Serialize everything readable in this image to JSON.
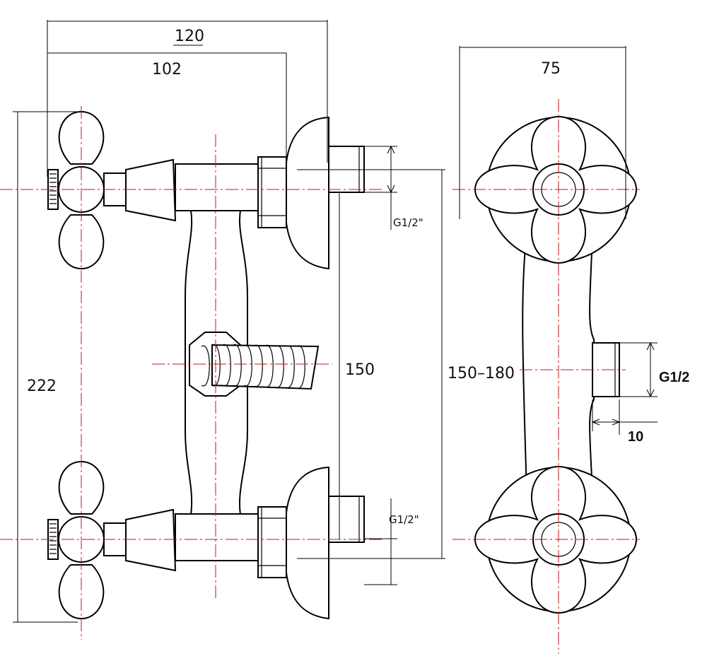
{
  "drawing": {
    "front_view": {
      "dim_overall_width": "120",
      "dim_handle_to_nut": "102",
      "dim_overall_height": "222",
      "dim_inlet_spacing": "150",
      "thread_top": "G1/2\"",
      "thread_bottom": "G1/2\""
    },
    "side_view": {
      "dim_depth": "75",
      "dim_spacing_range": "150–180",
      "thread_outlet": "G1/2",
      "dim_outlet_length": "10"
    }
  }
}
